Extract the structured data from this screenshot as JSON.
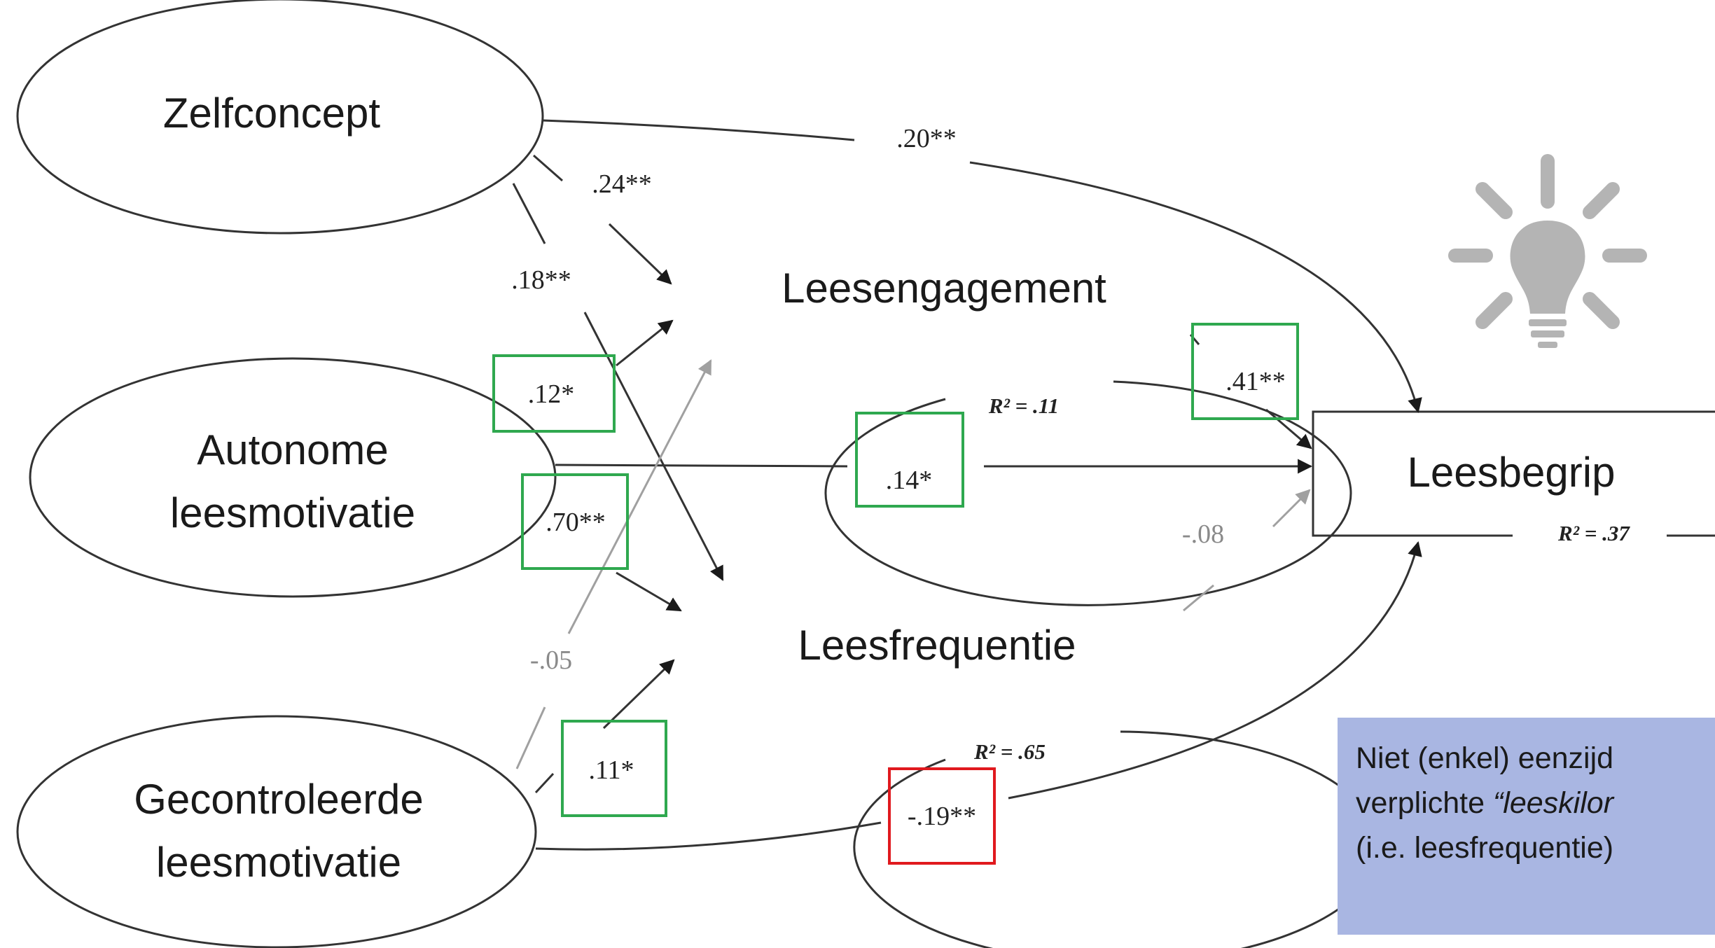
{
  "nodes": {
    "zelfconcept": "Zelfconcept",
    "autonome_line1": "Autonome",
    "autonome_line2": "leesmotivatie",
    "gecontroleerde_line1": "Gecontroleerde",
    "gecontroleerde_line2": "leesmotivatie",
    "leesengagement": "Leesengagement",
    "leesfrequentie": "Leesfrequentie",
    "leesbegrip": "Leesbegrip"
  },
  "r_squared": {
    "leesengagement": "R² = .11",
    "leesfrequentie": "R² = .65",
    "leesbegrip": "R² = .37"
  },
  "paths": {
    "zelf_to_begrip": ".20**",
    "zelf_to_engagement": ".24**",
    "zelf_to_frequentie": ".18**",
    "autonome_to_engagement": ".12*",
    "autonome_to_frequentie": ".70**",
    "autonome_to_begrip": ".14*",
    "engagement_to_begrip": ".41**",
    "frequentie_to_begrip": "-.08",
    "gecontroleerde_to_engagement": "-.05",
    "gecontroleerde_to_frequentie": ".11*",
    "gecontroleerde_to_begrip": "-.19**"
  },
  "highlight_colors": {
    "positive_box": "#2fa84f",
    "negative_box": "#e0191e",
    "insignificant_path": "#9a9a9a",
    "icon": "#b4b4b4",
    "note_background": "#a9b6e2"
  },
  "icon": "lightbulb-icon",
  "note": {
    "line1": "Niet (enkel) eenzijd",
    "line2_normal": "verplichte ",
    "line2_italic": "“leeskilor",
    "line3": "(i.e. leesfrequentie)"
  }
}
